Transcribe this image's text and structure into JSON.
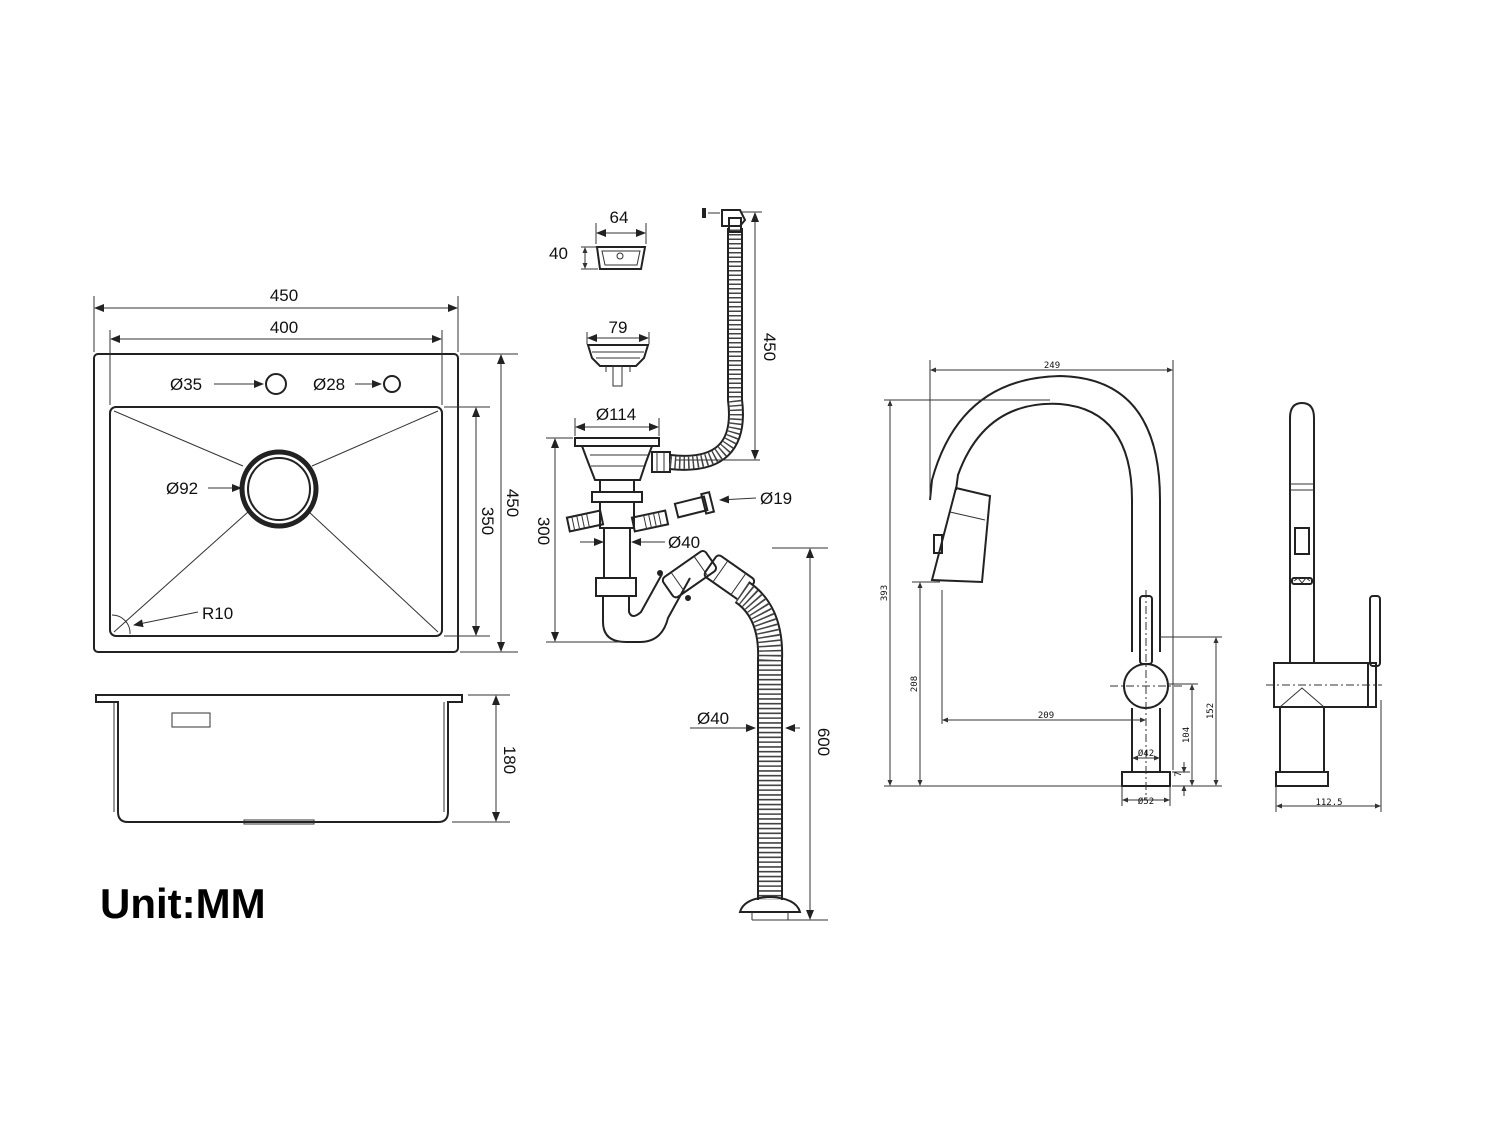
{
  "unit_label": "Unit:MM",
  "sink_top": {
    "outer_width": "450",
    "inner_width": "400",
    "outer_height": "450",
    "inner_height": "350",
    "hole_large": "Ø35",
    "hole_small": "Ø28",
    "drain": "Ø92",
    "corner_radius": "R10"
  },
  "sink_side": {
    "depth": "180"
  },
  "drain_kit": {
    "overflow_width": "64",
    "overflow_height": "40",
    "basket_width": "79",
    "flange": "Ø114",
    "hose_length": "450",
    "stub": "Ø19",
    "trap_height": "300",
    "pipe": "Ø40",
    "outlet_hose": "Ø40",
    "outlet_length": "600"
  },
  "faucet": {
    "reach_total": "249",
    "height_total": "393",
    "spout_height": "208",
    "reach_spout": "209",
    "body_height": "152",
    "base_height": "104",
    "base_plate": "7",
    "body_dia": "Ø42",
    "base_dia": "Ø52",
    "side_depth": "112.5"
  }
}
